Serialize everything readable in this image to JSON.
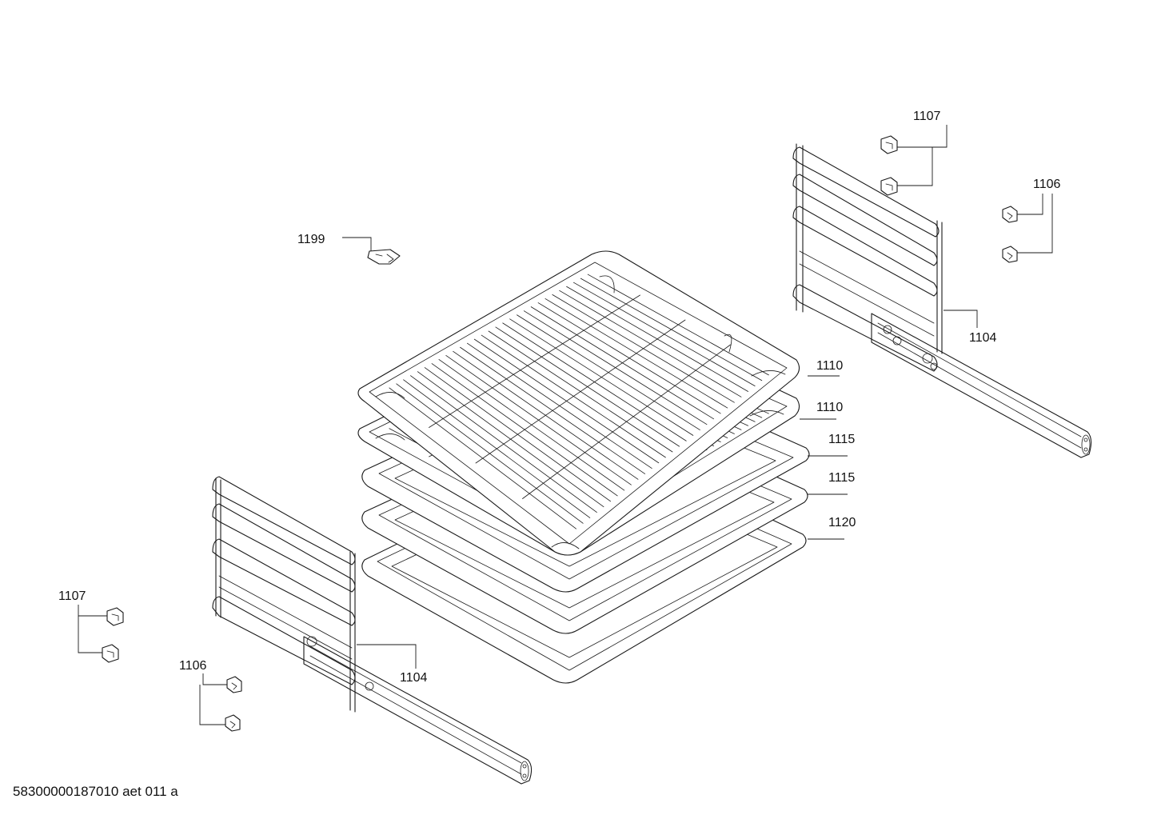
{
  "labels": {
    "rack_top": "1110",
    "rack_second": "1110",
    "tray_first": "1115",
    "tray_second": "1115",
    "tray_deep": "1120",
    "rail_right": "1104",
    "rail_left": "1104",
    "clip_1199": "1199",
    "clips_1107_right": "1107",
    "clips_1106_right": "1106",
    "clips_1107_left": "1107",
    "clips_1106_left": "1106"
  },
  "footer": {
    "drawing_id": "58300000187010 aet 011 a"
  },
  "colors": {
    "line": "#1a1a1a",
    "background": "#ffffff"
  }
}
